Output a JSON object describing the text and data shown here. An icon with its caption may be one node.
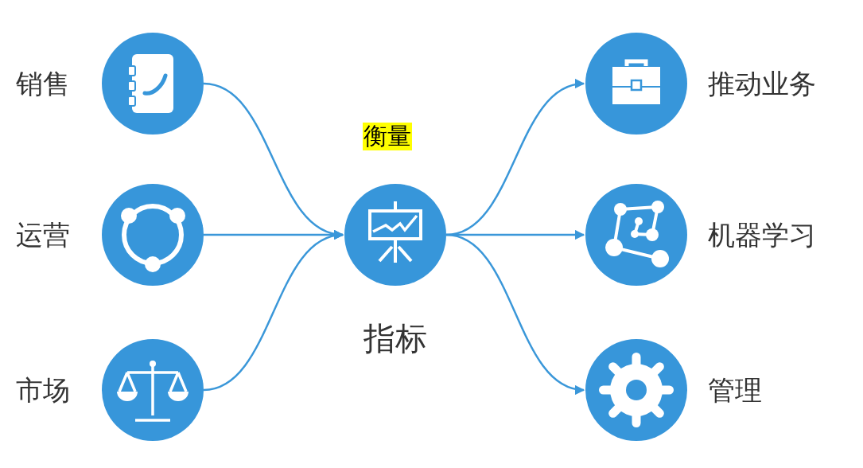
{
  "diagram": {
    "nodes": [
      {
        "text": [
          "销售"
        ]
      },
      {
        "text": [
          "运营"
        ]
      },
      {
        "text": [
          "市场"
        ]
      },
      {
        "text": [
          "指标"
        ]
      },
      {
        "text": [
          "推动业务"
        ]
      },
      {
        "text": [
          "机器学习"
        ]
      },
      {
        "text": [
          "管理"
        ]
      }
    ],
    "edges": [
      {
        "from": 0,
        "to": 3,
        "arrow": "to"
      },
      {
        "from": 1,
        "to": 3,
        "arrow": "to"
      },
      {
        "from": 2,
        "to": 3,
        "arrow": "to"
      },
      {
        "from": 3,
        "to": 4,
        "arrow": "to"
      },
      {
        "from": 3,
        "to": 5,
        "arrow": "to"
      },
      {
        "from": 3,
        "to": 6,
        "arrow": "to"
      }
    ],
    "labels": [
      "衡量"
    ]
  }
}
